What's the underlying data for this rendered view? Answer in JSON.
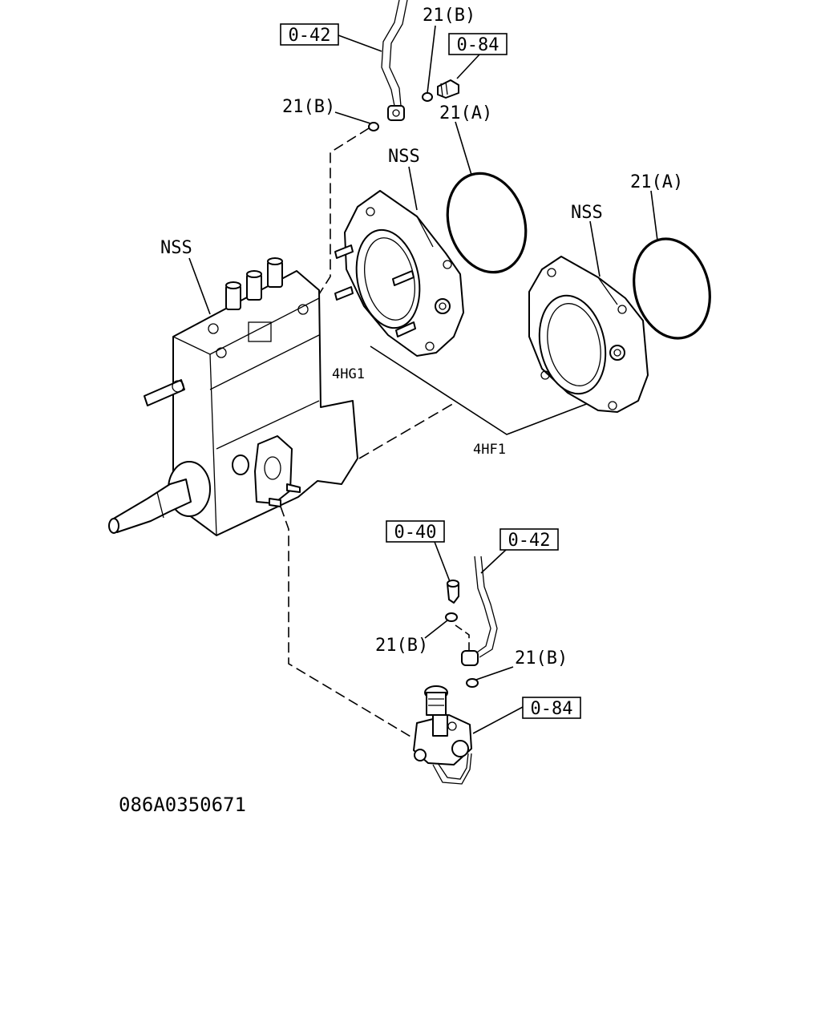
{
  "diagram": {
    "drawing_id": "086A0350671",
    "refs": {
      "r_042_top": "0-42",
      "r_084_top": "0-84",
      "r_040": "0-40",
      "r_042_bot": "0-42",
      "r_084_bot": "0-84"
    },
    "labels": {
      "l_21b_top": "21(B)",
      "l_21b_left": "21(B)",
      "l_21a_mid": "21(A)",
      "l_21a_right": "21(A)",
      "l_nss_housing": "NSS",
      "l_nss_mid": "NSS",
      "l_nss_pump": "NSS",
      "l_4hg1": "4HG1",
      "l_4hf1": "4HF1",
      "l_21b_low1": "21(B)",
      "l_21b_low2": "21(B)"
    }
  }
}
